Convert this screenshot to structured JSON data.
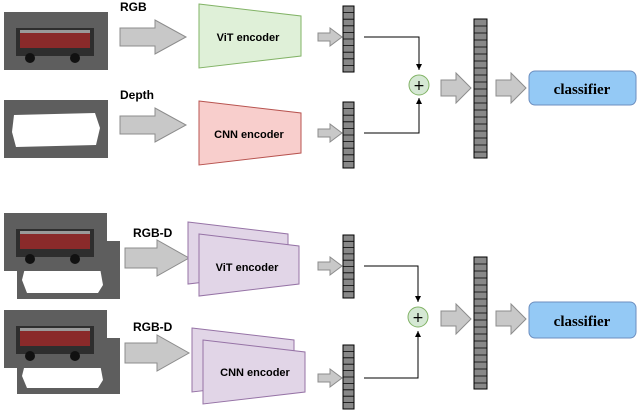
{
  "colors": {
    "vit_fill": "#dff0d8",
    "vit_stroke": "#82b366",
    "cnn_fill": "#f8cecc",
    "cnn_stroke": "#b85450",
    "rgbd_fill": "#e1d5e7",
    "rgbd_stroke": "#9673a6",
    "classifier_fill": "#94c9f5",
    "classifier_stroke": "#6c8ebf",
    "plus_fill": "#d5e8d4",
    "plus_stroke": "#82b366",
    "arrow_fill": "#c8c8c8",
    "arrow_stroke": "#8c8c8c"
  },
  "top": {
    "rgb_label": "RGB",
    "depth_label": "Depth",
    "vit_encoder": "ViT encoder",
    "cnn_encoder": "CNN encoder",
    "fusion_symbol": "+",
    "classifier": "classifier"
  },
  "bottom": {
    "rgbd_label_1": "RGB-D",
    "rgbd_label_2": "RGB-D",
    "vit_encoder": "ViT encoder",
    "cnn_encoder": "CNN encoder",
    "fusion_symbol": "+",
    "classifier": "classifier"
  }
}
